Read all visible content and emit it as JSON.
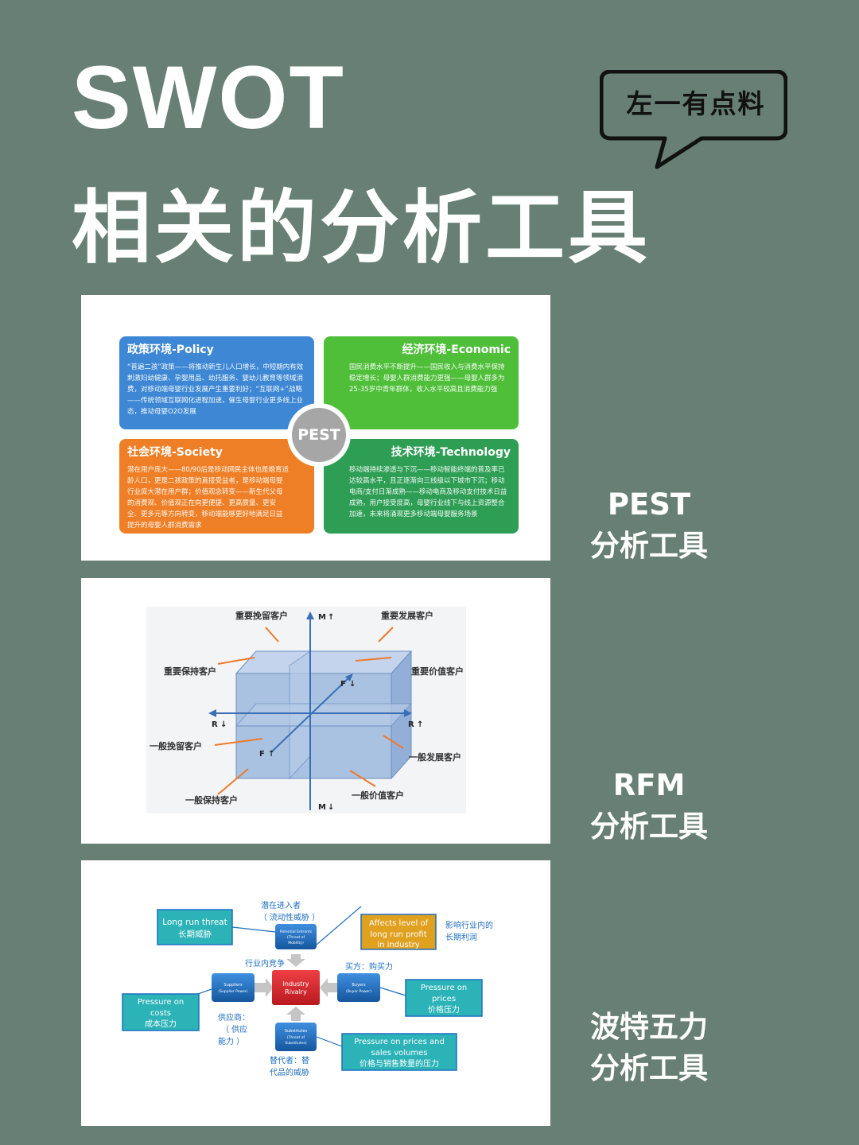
{
  "title": {
    "line1": "SWOT",
    "line2": "相关的分析工具"
  },
  "badge": {
    "text": "左一有点料"
  },
  "pest": {
    "label_line1": "PEST",
    "label_line2": "分析工具",
    "center": "PEST",
    "policy": {
      "title": "政策环境-Policy",
      "body": "“普遍二孩”政策——将推动新生儿人口增长，中短期内有效刺激妇幼健康、孕婴用品、幼托服务、婴幼儿教育等领域消费，对移动端母婴行业发展产生重要利好；“互联网+”战略——传统领域互联网化进程加速，催生母婴行业更多线上业态，推动母婴O2O发展"
    },
    "economic": {
      "title": "经济环境-Economic",
      "body": "国民消费水平不断提升——国民收入与消费水平保持稳定增长；母婴人群消费能力更强——母婴人群多为25-35岁中青年群体，收入水平较高且消费能力强"
    },
    "society": {
      "title": "社会环境-Society",
      "body": "潜在用户庞大——80/90后是移动网民主体也是婚育适龄人口，更是二孩政策的直接受益者，是移动端母婴行业庞大潜在用户群；价值观念转变——新生代父母的消费观、价值观正在向更便捷、更高质量、更安全、更多元等方向转变，移动端能够更好地满足日益提升的母婴人群消费需求"
    },
    "technology": {
      "title": "技术环境-Technology",
      "body": "移动端持续渗透与下沉——移动智能终端的普及率已达较高水平，且正逐渐向三线级以下城市下沉；移动电商/支付日渐成熟——移动电商及移动支付技术日益成熟，用户接受度高，母婴行业线下与线上资源整合加速，未来将涌现更多移动端母婴服务场景"
    }
  },
  "rfm": {
    "label_line1": "RFM",
    "label_line2": "分析工具",
    "labels": {
      "tl": "重要挽留客户",
      "tr": "重要发展客户",
      "ml": "重要保持客户",
      "mr": "重要价值客户",
      "ll": "一般挽留客户",
      "lr": "一般发展客户",
      "bl": "一般保持客户",
      "br": "一般价值客户"
    },
    "axes": {
      "m_up": "M",
      "m_down": "M",
      "r_left": "R",
      "r_right": "R",
      "f_up": "F",
      "f_down": "F"
    }
  },
  "porter": {
    "label_line1": "波特五力",
    "label_line2": "分析工具",
    "long_run_threat": {
      "en": "Long run threat",
      "cn": "长期威胁"
    },
    "entrants_caption": {
      "line1": "潜在进入者",
      "line2": "（ 流动性威胁 ）"
    },
    "entrants_box": {
      "line1": "Potential Entrants",
      "line2": "(Threat of",
      "line3": "Mobility)"
    },
    "profit_box": {
      "line1": "Affects level of",
      "line2": "long run profit",
      "line3": "in industry"
    },
    "profit_cn": {
      "line1": "影响行业内的",
      "line2": "长期利润"
    },
    "rivalry_caption": "行业内竞争",
    "rivalry_box": {
      "line1": "Industry",
      "line2": "Rivalry"
    },
    "buyers_caption": "买方：购买力",
    "suppliers_box": {
      "line1": "Suppliers",
      "line2": "(Supplier Power)"
    },
    "buyers_box": {
      "line1": "Buyers",
      "line2": "(Buyer Power)"
    },
    "price_pressure": {
      "line1": "Pressure on",
      "line2": "prices",
      "line3": "价格压力"
    },
    "cost_pressure": {
      "line1": "Pressure on",
      "line2": "costs",
      "line3": "成本压力"
    },
    "supplier_cn": {
      "line1": "供应商：",
      "line2": "（ 供应",
      "line3": "能力 ）"
    },
    "substitutes_box": {
      "line1": "Substitutes",
      "line2": "(Threat of",
      "line3": "Substitutes)"
    },
    "substitutes_cn": {
      "line1": "替代者：替",
      "line2": "代品的威胁"
    },
    "volume_pressure": {
      "line1": "Pressure on prices and",
      "line2": "sales volumes",
      "line3": "价格与销售数量的压力"
    }
  },
  "colors": {
    "background": "#677f74",
    "policy": "#3d87d4",
    "economic": "#4fbf3a",
    "society": "#ef7f26",
    "technology": "#2e9e55",
    "porter_box": "#1f6fc0",
    "porter_teal": "#2bb3b8",
    "porter_red": "#d8262e",
    "porter_gold": "#e0a020"
  }
}
